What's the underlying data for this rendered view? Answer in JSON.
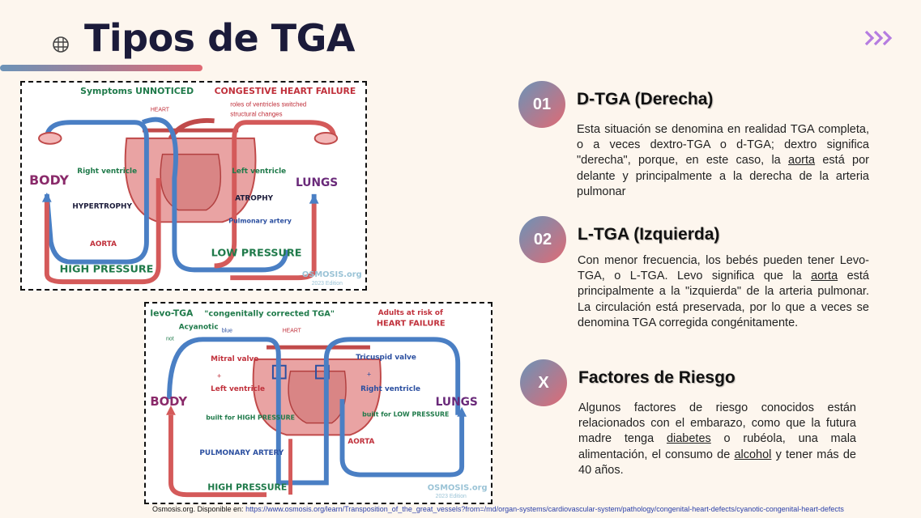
{
  "slide": {
    "title": "Tipos de TGA",
    "accent_gradient": [
      "#6b93b8",
      "#e06a74"
    ],
    "chevron_color": "#b57ce0"
  },
  "diagram_top": {
    "top_note": "Symptoms UNNOTICED",
    "arrow_text": "CONGESTIVE HEART FAILURE",
    "sub1": "roles of ventricles switched",
    "sub2": "structural changes",
    "heart": "HEART",
    "body": "BODY",
    "lungs": "LUNGS",
    "right_ventricle": "Right ventricle",
    "hypertrophy": "HYPERTROPHY",
    "left_ventricle": "Left ventricle",
    "atrophy": "ATROPHY",
    "pulmonary_artery": "Pulmonary artery",
    "aorta": "AORTA",
    "high_pressure": "HIGH PRESSURE",
    "low_pressure": "LOW PRESSURE",
    "watermark": "OSMOSIS.org",
    "watermark_year": "2023 Edition"
  },
  "diagram_bottom": {
    "heading_a": "levo-TGA",
    "heading_b": "\"congenitally corrected TGA\"",
    "heading_c": "Adults at risk of",
    "heading_d": "HEART FAILURE",
    "acyanotic": "Acyanotic",
    "not": "not",
    "blue": "blue",
    "heart": "HEART",
    "mitral": "Mitral valve",
    "plus": "+",
    "left_ventricle": "Left ventricle",
    "built_high": "built for HIGH PRESSURE",
    "tricuspid": "Tricuspid valve",
    "right_ventricle": "Right ventricle",
    "built_low": "built for LOW PRESSURE",
    "body": "BODY",
    "lungs": "LUNGS",
    "pulmonary_artery": "PULMONARY ARTERY",
    "aorta": "AORTA",
    "high_pressure": "HIGH PRESSURE",
    "watermark": "OSMOSIS.org",
    "watermark_year": "2023 Edition"
  },
  "sections": [
    {
      "number": "01",
      "title": "D-TGA (Derecha)",
      "body_pre": "Esta situación se denomina en realidad TGA completa, o a veces dextro-TGA o d-TGA; dextro significa \"derecha\", porque, en este caso, la ",
      "link": "aorta",
      "body_post": " está por delante y principalmente a la derecha de la arteria pulmonar"
    },
    {
      "number": "02",
      "title": "L-TGA (Izquierda)",
      "body_pre": "Con menor frecuencia, los bebés pueden tener Levo-TGA, o L-TGA. Levo significa que la ",
      "link": "aorta",
      "body_post": " está principalmente a la \"izquierda\" de la arteria pulmonar. La circulación está preservada, por lo que a veces se denomina TGA corregida congénitamente."
    },
    {
      "number": "X",
      "title": "Factores de Riesgo",
      "body_pre": "Algunos factores de riesgo conocidos están relacionados con el embarazo, como que la futura madre tenga ",
      "link": "diabetes",
      "body_mid": " o rubéola, una mala alimentación, el consumo de ",
      "link2": "alcohol",
      "body_post": " y tener más de 40 años."
    }
  ],
  "source": {
    "prefix": "Osmosis.org. Disponible en: ",
    "url": "https://www.osmosis.org/learn/Transposition_of_the_great_vessels?from=/md/organ-systems/cardiovascular-system/pathology/congenital-heart-defects/cyanotic-congenital-heart-defects"
  }
}
